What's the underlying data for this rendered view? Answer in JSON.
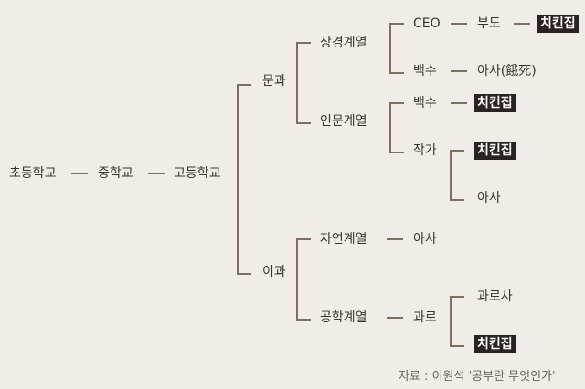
{
  "root": [
    "초등학교",
    "중학교",
    "고등학교"
  ],
  "tracks": {
    "humanities": {
      "label": "문과",
      "business": {
        "label": "상경계열",
        "ceo": "CEO",
        "ceo_next": "부도",
        "ceo_end": "치킨집",
        "jobless": "백수",
        "jobless_end": "아사(餓死)"
      },
      "liberal": {
        "label": "인문계열",
        "jobless": "백수",
        "jobless_end": "치킨집",
        "writer": "작가",
        "writer_end_a": "치킨집",
        "writer_end_b": "아사"
      }
    },
    "science": {
      "label": "이과",
      "natural": {
        "label": "자연계열",
        "end": "아사"
      },
      "engineering": {
        "label": "공학계열",
        "next": "과로",
        "end_a": "과로사",
        "end_b": "치킨집"
      }
    }
  },
  "source": "자료 : 이원석 '공부란 무엇인가'",
  "colors": {
    "background": "#f0ede8",
    "line": "#7d6d63",
    "highlight": "#2b2321"
  }
}
